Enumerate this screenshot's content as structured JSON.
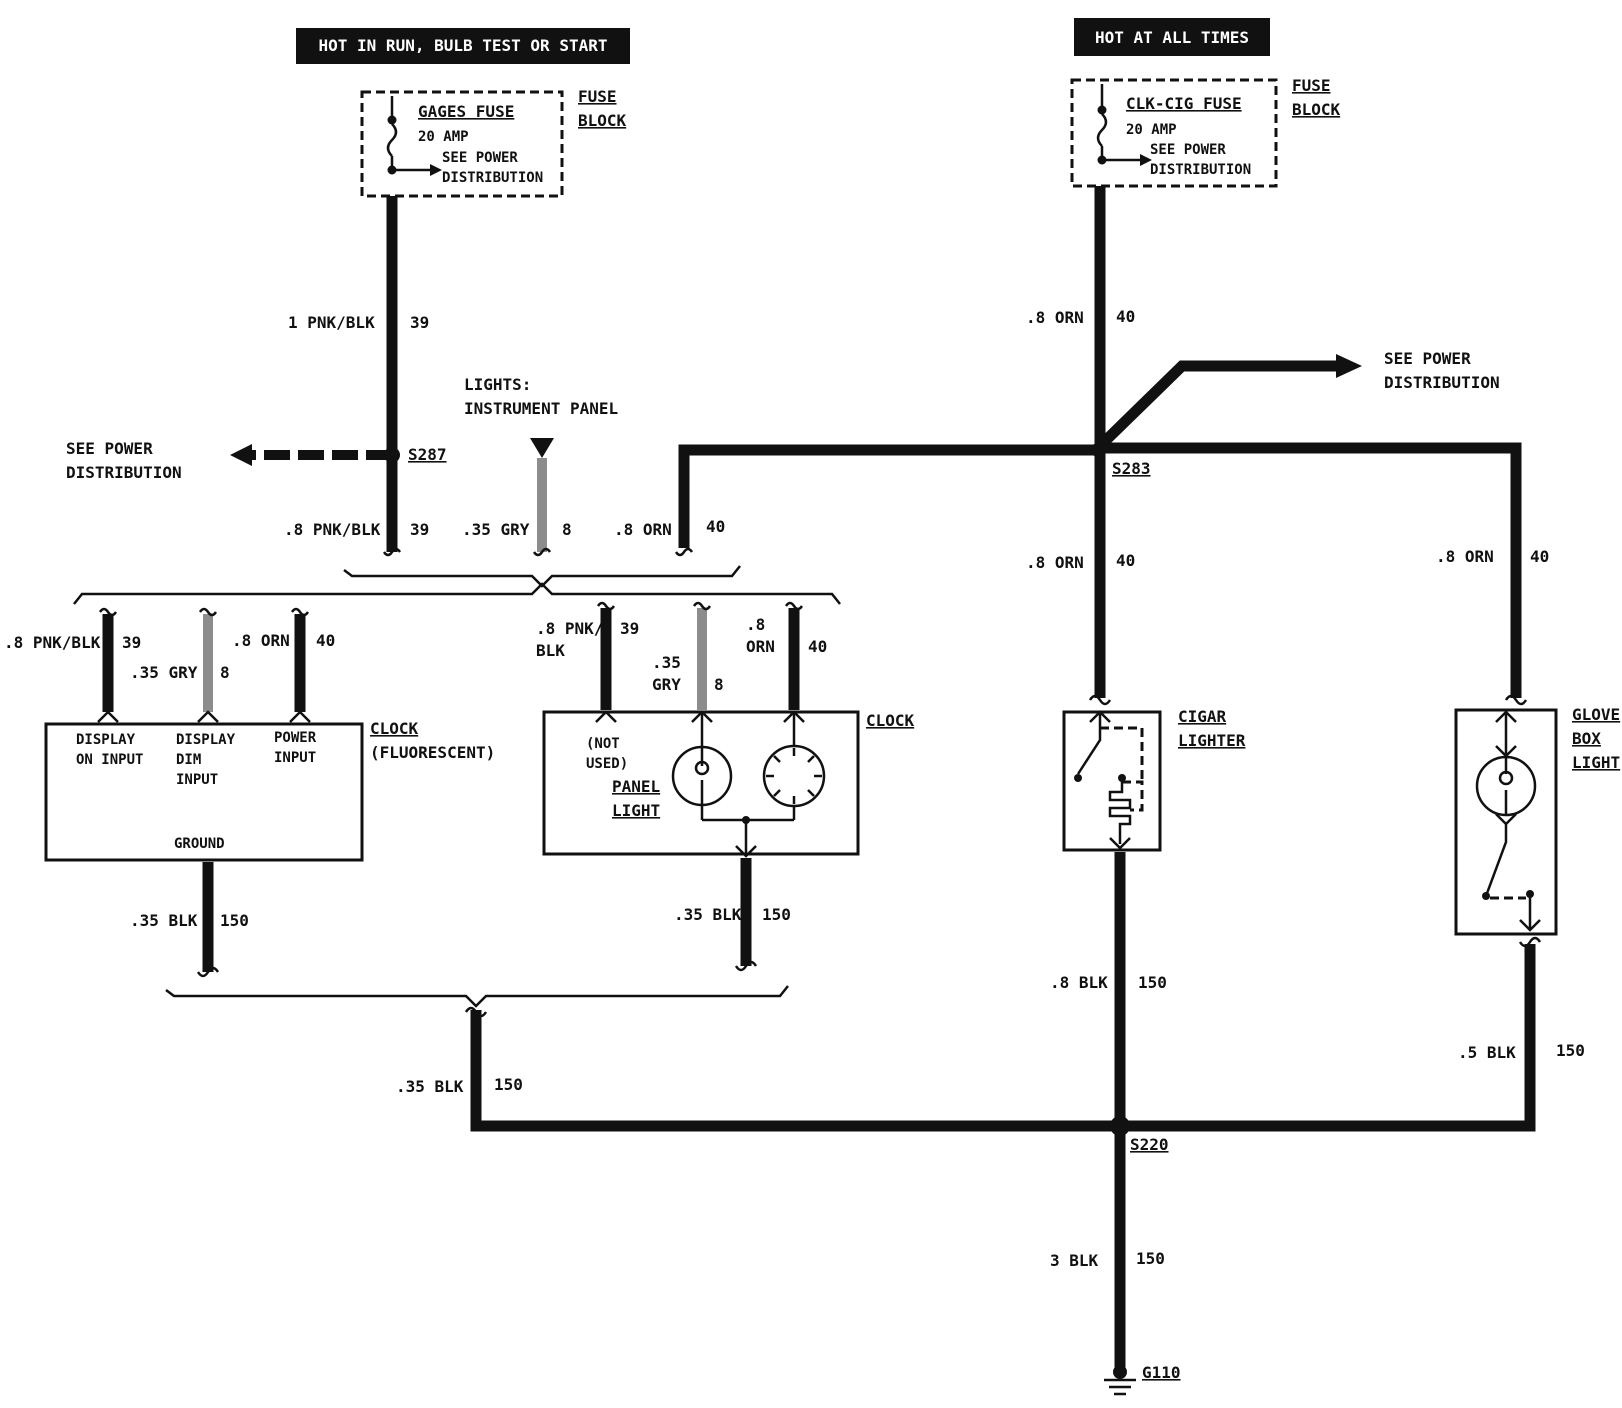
{
  "headers": {
    "left": "HOT IN RUN,  BULB TEST OR START",
    "right": "HOT AT ALL TIMES"
  },
  "fuses": {
    "left": {
      "name": "GAGES FUSE",
      "rating": "20 AMP",
      "note_line1": "SEE POWER",
      "note_line2": "DISTRIBUTION",
      "block_line1": "FUSE",
      "block_line2": "BLOCK"
    },
    "right": {
      "name": "CLK-CIG FUSE",
      "rating": "20 AMP",
      "note_line1": "SEE POWER",
      "note_line2": "DISTRIBUTION",
      "block_line1": "FUSE",
      "block_line2": "BLOCK"
    }
  },
  "power_refs": {
    "left_line1": "SEE POWER",
    "left_line2": "DISTRIBUTION",
    "right_line1": "SEE POWER",
    "right_line2": "DISTRIBUTION"
  },
  "splices": {
    "s287": "S287",
    "s283": "S283",
    "s220": "S220",
    "g110": "G110"
  },
  "lights_label": {
    "line1": "LIGHTS:",
    "line2": "INSTRUMENT PANEL"
  },
  "wires": {
    "w_1pnkblk": "1 PNK/BLK",
    "c39": "39",
    "w_8orn": ".8 ORN",
    "c40": "40",
    "w_8pnkblk": ".8 PNK/BLK",
    "w_35gry": ".35 GRY",
    "c8": "8",
    "w_8pnk": ".8 PNK/",
    "w_blk": "BLK",
    "w_35": ".35",
    "w_gry": "GRY",
    "w_8": ".8",
    "w_orn": "ORN",
    "w_35blk": ".35 BLK",
    "c150": "150",
    "w_8blk": ".8 BLK",
    "w_5blk": ".5 BLK",
    "w_3blk": "3 BLK"
  },
  "clock_fluor": {
    "title": "CLOCK",
    "subtitle": "(FLUORESCENT)",
    "pin1_line1": "DISPLAY",
    "pin1_line2": "ON INPUT",
    "pin2_line1": "DISPLAY",
    "pin2_line2": "DIM",
    "pin2_line3": "INPUT",
    "pin3_line1": "POWER",
    "pin3_line2": "INPUT",
    "ground": "GROUND"
  },
  "clock": {
    "title": "CLOCK",
    "not_used_line1": "(NOT",
    "not_used_line2": "USED)",
    "panel_light_line1": "PANEL",
    "panel_light_line2": "LIGHT"
  },
  "cigar": {
    "line1": "CIGAR",
    "line2": "LIGHTER"
  },
  "glove": {
    "line1": "GLOVE",
    "line2": "BOX",
    "line3": "LIGHT"
  }
}
